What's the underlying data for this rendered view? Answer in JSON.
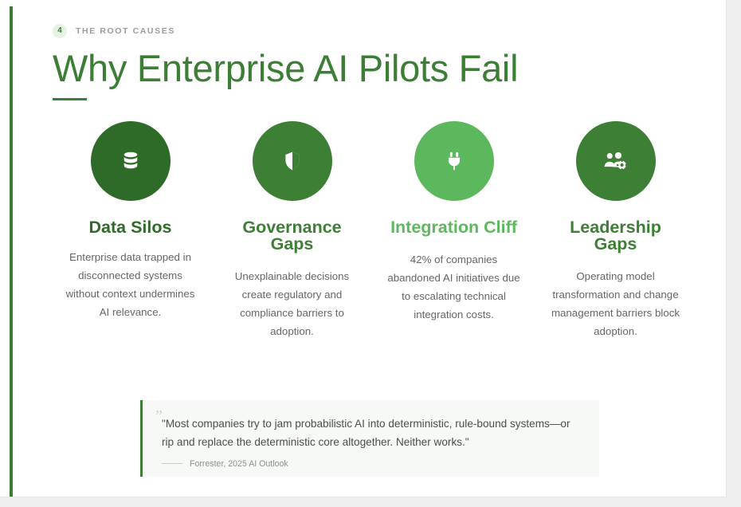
{
  "slide": {
    "eyebrow_number": "4",
    "eyebrow_label": "THE ROOT CAUSES",
    "title": "Why Enterprise AI Pilots Fail",
    "accent_color": "#3a7d33"
  },
  "cards": [
    {
      "icon": "database-icon",
      "circle_color": "#2e6b28",
      "title": "Data Silos",
      "title_color": "#2e6b28",
      "body": "Enterprise data trapped in disconnected systems without context undermines AI relevance."
    },
    {
      "icon": "shield-icon",
      "circle_color": "#3d8035",
      "title": "Governance Gaps",
      "title_color": "#3d8035",
      "body": "Unexplainable decisions create regulatory and compliance barriers to adoption."
    },
    {
      "icon": "plug-icon",
      "circle_color": "#5cb85c",
      "title": "Integration Cliff",
      "title_color": "#5cb85c",
      "body": "42% of companies abandoned AI initiatives due to escalating technical integration costs."
    },
    {
      "icon": "users-gear-icon",
      "circle_color": "#3d8035",
      "title": "Leadership Gaps",
      "title_color": "#3d8035",
      "body": "Operating model transformation and change management barriers block adoption."
    }
  ],
  "quote": {
    "mark": "”",
    "text": "\"Most companies try to jam probabilistic AI into deterministic, rule-bound systems—or rip and replace the deterministic core altogether. Neither works.\"",
    "attribution": "Forrester, 2025 AI Outlook"
  }
}
